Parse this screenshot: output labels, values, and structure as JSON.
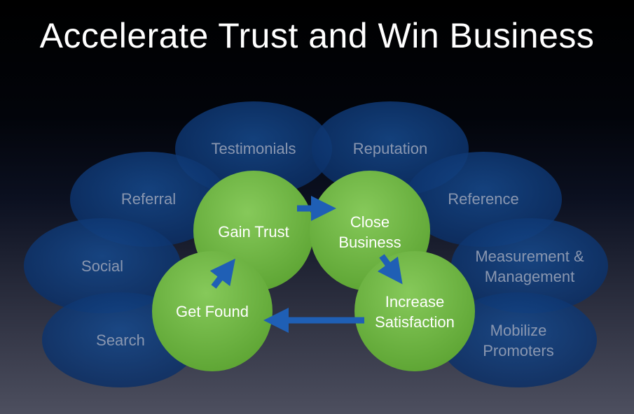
{
  "title": "Accelerate Trust and Win Business",
  "colors": {
    "outer_oval": "#103b78",
    "outer_oval_edge": "#1c4c90",
    "inner_circle": "#72b843",
    "inner_circle_edge": "#9ad06a",
    "arrow": "#1f5fb5",
    "outer_text": "#8a97b0",
    "inner_text": "#ffffff"
  },
  "outer_items": [
    {
      "id": "testimonials",
      "lines": [
        "Testimonials"
      ]
    },
    {
      "id": "reputation",
      "lines": [
        "Reputation"
      ]
    },
    {
      "id": "referral",
      "lines": [
        "Referral"
      ]
    },
    {
      "id": "reference",
      "lines": [
        "Reference"
      ]
    },
    {
      "id": "social",
      "lines": [
        "Social"
      ]
    },
    {
      "id": "measurement",
      "lines": [
        "Measurement &",
        "Management"
      ]
    },
    {
      "id": "search",
      "lines": [
        "Search"
      ]
    },
    {
      "id": "mobilize",
      "lines": [
        "Mobilize",
        "Promoters"
      ]
    }
  ],
  "cycle_steps": [
    {
      "id": "gain-trust",
      "lines": [
        "Gain Trust"
      ]
    },
    {
      "id": "close-business",
      "lines": [
        "Close",
        "Business"
      ]
    },
    {
      "id": "get-found",
      "lines": [
        "Get Found"
      ]
    },
    {
      "id": "increase-satisfaction",
      "lines": [
        "Increase",
        "Satisfaction"
      ]
    }
  ],
  "arrows": [
    {
      "from": "gain-trust",
      "to": "close-business"
    },
    {
      "from": "close-business",
      "to": "increase-satisfaction"
    },
    {
      "from": "increase-satisfaction",
      "to": "get-found"
    },
    {
      "from": "get-found",
      "to": "gain-trust"
    }
  ]
}
